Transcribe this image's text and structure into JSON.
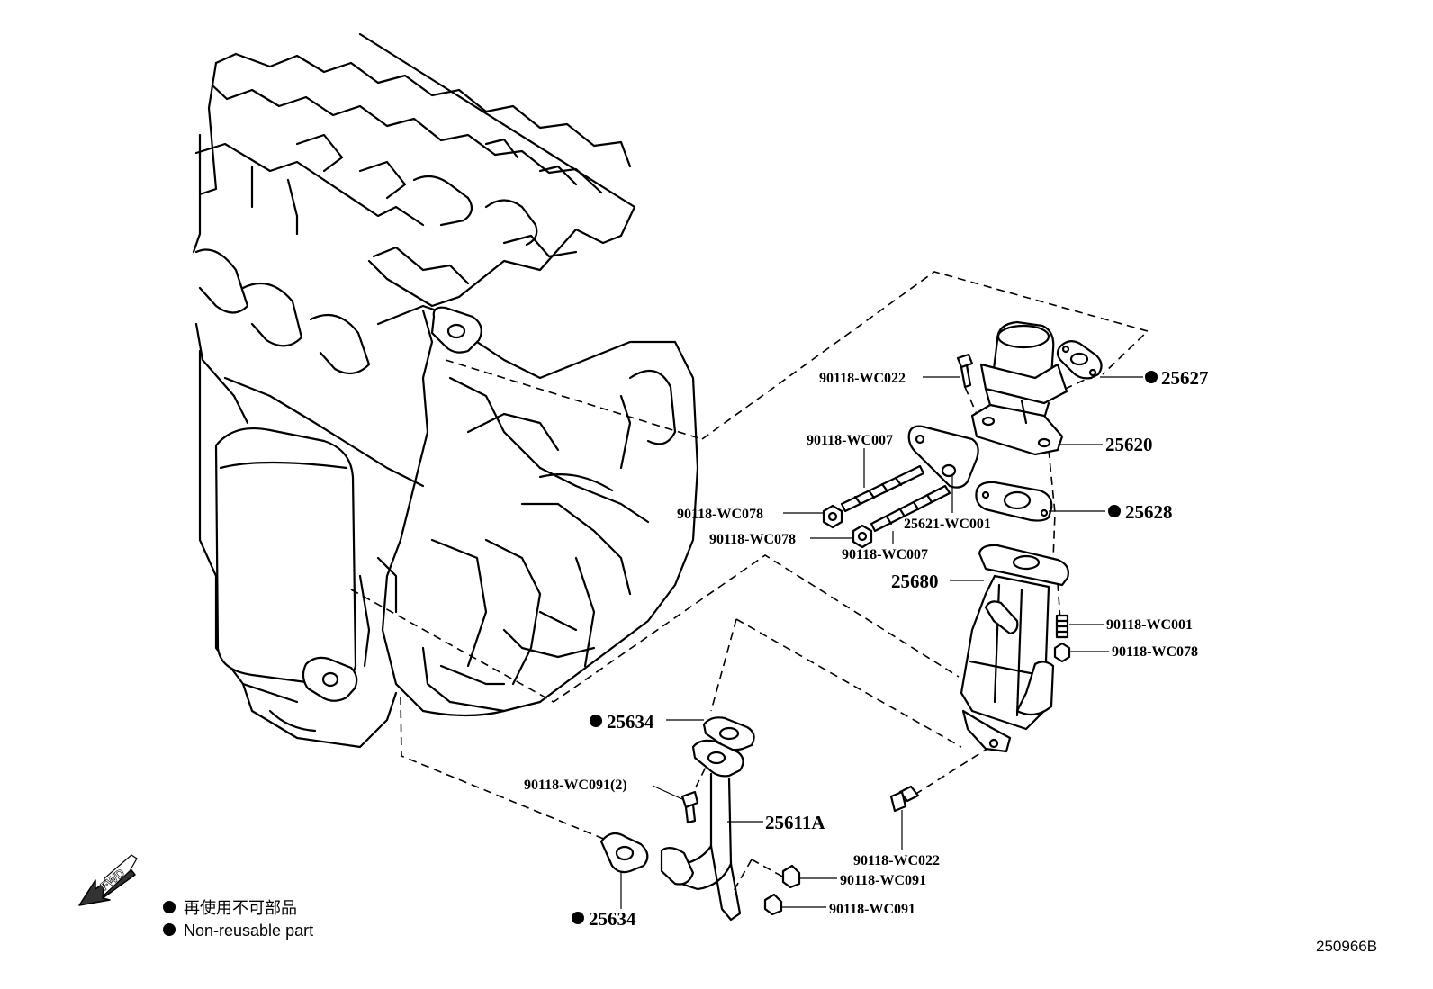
{
  "parts": {
    "p25627": "25627",
    "p90118_wc022_top": "90118-WC022",
    "p25620": "25620",
    "p90118_wc007_top": "90118-WC007",
    "p90118_wc078_a": "90118-WC078",
    "p25621_wc001": "25621-WC001",
    "p25628": "25628",
    "p90118_wc078_b": "90118-WC078",
    "p90118_wc007_bot": "90118-WC007",
    "p25680": "25680",
    "p90118_wc001": "90118-WC001",
    "p90118_wc078_c": "90118-WC078",
    "p25634_top": "25634",
    "p90118_wc091_2": "90118-WC091(2)",
    "p25611a": "25611A",
    "p90118_wc022_bot": "90118-WC022",
    "p90118_wc091_a": "90118-WC091",
    "p90118_wc091_b": "90118-WC091",
    "p25634_bot": "25634"
  },
  "legend": {
    "japanese": "再使用不可部品",
    "english": "Non-reusable part"
  },
  "fwd_label": "FWD",
  "diagram_ref": "250966B",
  "icons": {
    "non_reusable_marker": "filled-circle",
    "direction_arrow": "fwd-arrow"
  }
}
